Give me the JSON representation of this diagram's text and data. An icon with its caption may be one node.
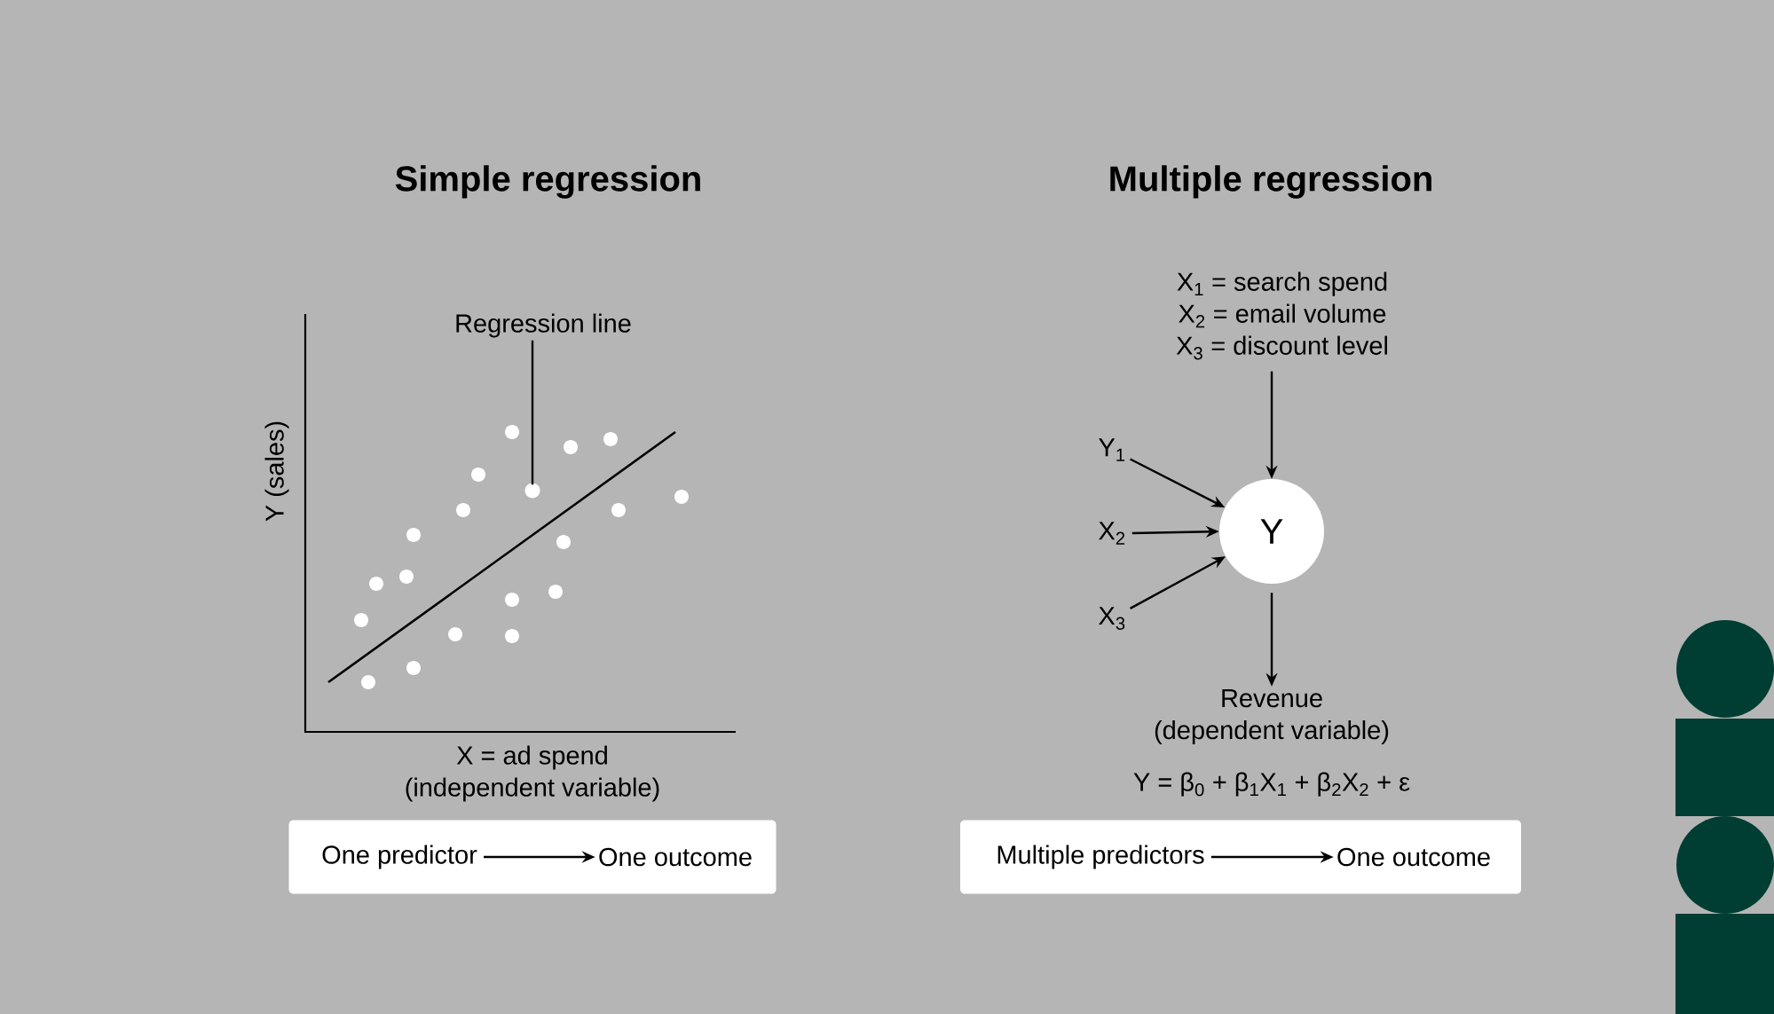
{
  "diagram": {
    "nodes": [
      {
        "text": [
          "Regression line"
        ]
      },
      {
        "text": [],
        "shape": "circle"
      },
      {
        "text": [
          "X$_{1}$ = search spend",
          "X$_{2}$ = email volume",
          "X$_{3}$ = discount level"
        ]
      },
      {
        "text": [
          "Y$_{1}$"
        ]
      },
      {
        "text": [
          "X$_{2}$"
        ]
      },
      {
        "text": [
          "X$_{3}$"
        ]
      },
      {
        "text": [
          "Y"
        ]
      },
      {
        "text": [
          "Revenue",
          "(dependent variable)"
        ]
      },
      {
        "text": [],
        "shape": "box"
      },
      {
        "text": [
          "One predictor"
        ],
        "in": 8
      },
      {
        "text": [
          "One outcome"
        ],
        "in": 8
      },
      {
        "text": [],
        "shape": "box"
      },
      {
        "text": [
          "Multiple predictors"
        ],
        "in": 11
      },
      {
        "text": [
          "One outcome"
        ],
        "in": 11
      }
    ],
    "edges": [
      {
        "from": 0,
        "to": 1,
        "arrow": "none"
      },
      {
        "from": 2,
        "to": 6,
        "arrow": "to"
      },
      {
        "from": 3,
        "to": 6,
        "arrow": "to"
      },
      {
        "from": 4,
        "to": 6,
        "arrow": "to"
      },
      {
        "from": 5,
        "to": 6,
        "arrow": "to"
      },
      {
        "from": 6,
        "to": 7,
        "arrow": "to"
      },
      {
        "from": 9,
        "to": 10,
        "arrow": "to"
      },
      {
        "from": 12,
        "to": 13,
        "arrow": "to"
      }
    ],
    "labels": [
      "Simple regression",
      "Multiple regression",
      "Y (sales)",
      "X = ad spend",
      "(independent variable)",
      "Y = β$_{0}$ + β$_{1}$X$_{1}$ + β$_{2}$X$_{2}$ + ε"
    ]
  }
}
